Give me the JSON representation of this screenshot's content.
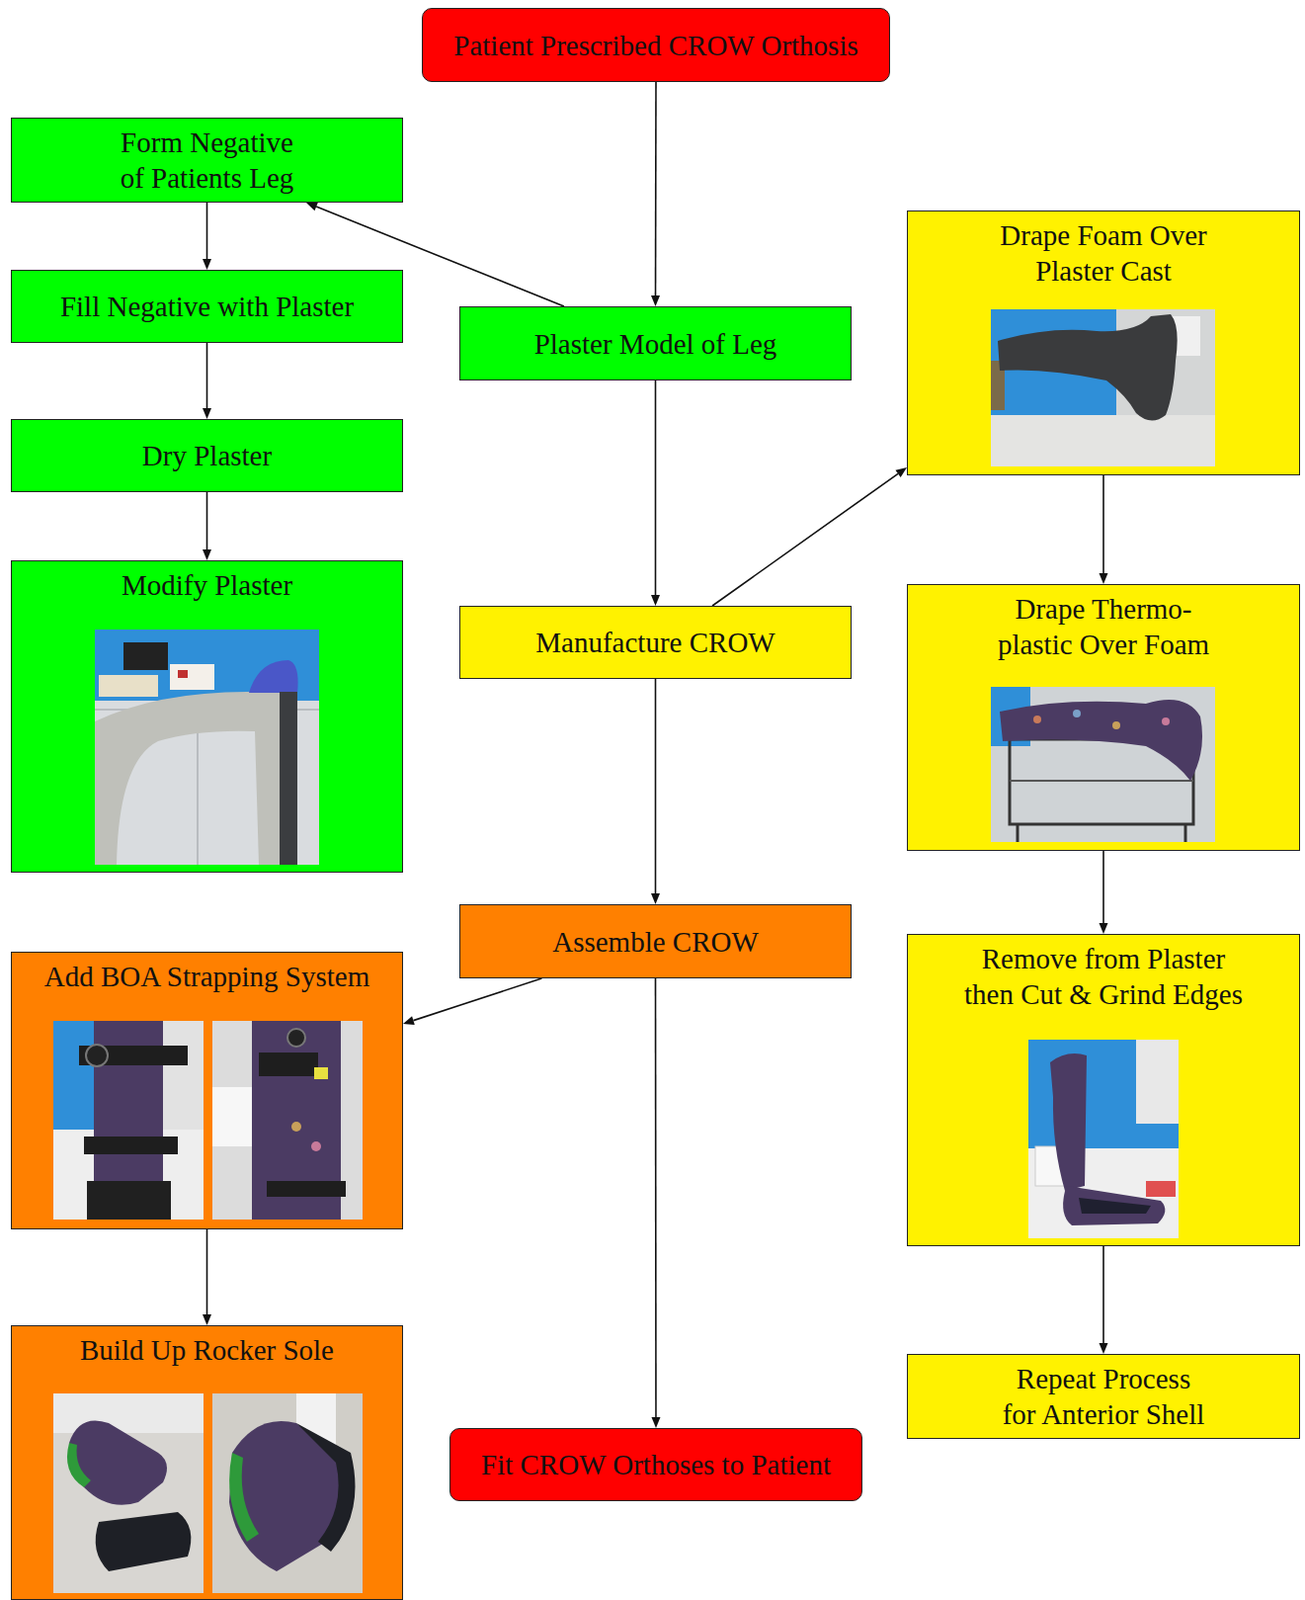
{
  "diagram": {
    "nodes": [
      {
        "text": [
          "Patient Prescribed CROW Orthosis"
        ]
      },
      {
        "text": [
          "Form Negative of Patients Leg"
        ]
      },
      {
        "text": [
          "Fill Negative with Plaster"
        ]
      },
      {
        "text": [
          "Plaster Model of Leg"
        ]
      },
      {
        "text": [
          "Dry Plaster"
        ]
      },
      {
        "text": [
          "Modify Plaster"
        ]
      },
      {
        "text": [
          "Drape Foam Over Plaster Cast"
        ]
      },
      {
        "text": [
          "Manufacture CROW"
        ]
      },
      {
        "text": [
          "Drape Thermo- plastic Over Foam"
        ]
      },
      {
        "text": [
          "Assemble CROW"
        ]
      },
      {
        "text": [
          "Add BOA Strapping System"
        ]
      },
      {
        "text": [
          "Remove from Plaster then Cut & Grind Edges"
        ]
      },
      {
        "text": [
          "Build Up Rocker Sole"
        ]
      },
      {
        "text": [
          "Repeat Process for Anterior Shell"
        ]
      },
      {
        "text": [
          "Fit CROW Orthoses to Patient"
        ]
      }
    ],
    "edges": [
      {
        "from": 0,
        "to": 3,
        "arrow": "to"
      },
      {
        "from": 3,
        "to": 1,
        "arrow": "to"
      },
      {
        "from": 1,
        "to": 2,
        "arrow": "to"
      },
      {
        "from": 2,
        "to": 4,
        "arrow": "to"
      },
      {
        "from": 4,
        "to": 5,
        "arrow": "to"
      },
      {
        "from": 3,
        "to": 7,
        "arrow": "to"
      },
      {
        "from": 7,
        "to": 6,
        "arrow": "to"
      },
      {
        "from": 6,
        "to": 8,
        "arrow": "to"
      },
      {
        "from": 8,
        "to": 11,
        "arrow": "to"
      },
      {
        "from": 11,
        "to": 13,
        "arrow": "to"
      },
      {
        "from": 7,
        "to": 9,
        "arrow": "to"
      },
      {
        "from": 9,
        "to": 10,
        "arrow": "to"
      },
      {
        "from": 10,
        "to": 12,
        "arrow": "to"
      },
      {
        "from": 9,
        "to": 14,
        "arrow": "to"
      }
    ]
  }
}
